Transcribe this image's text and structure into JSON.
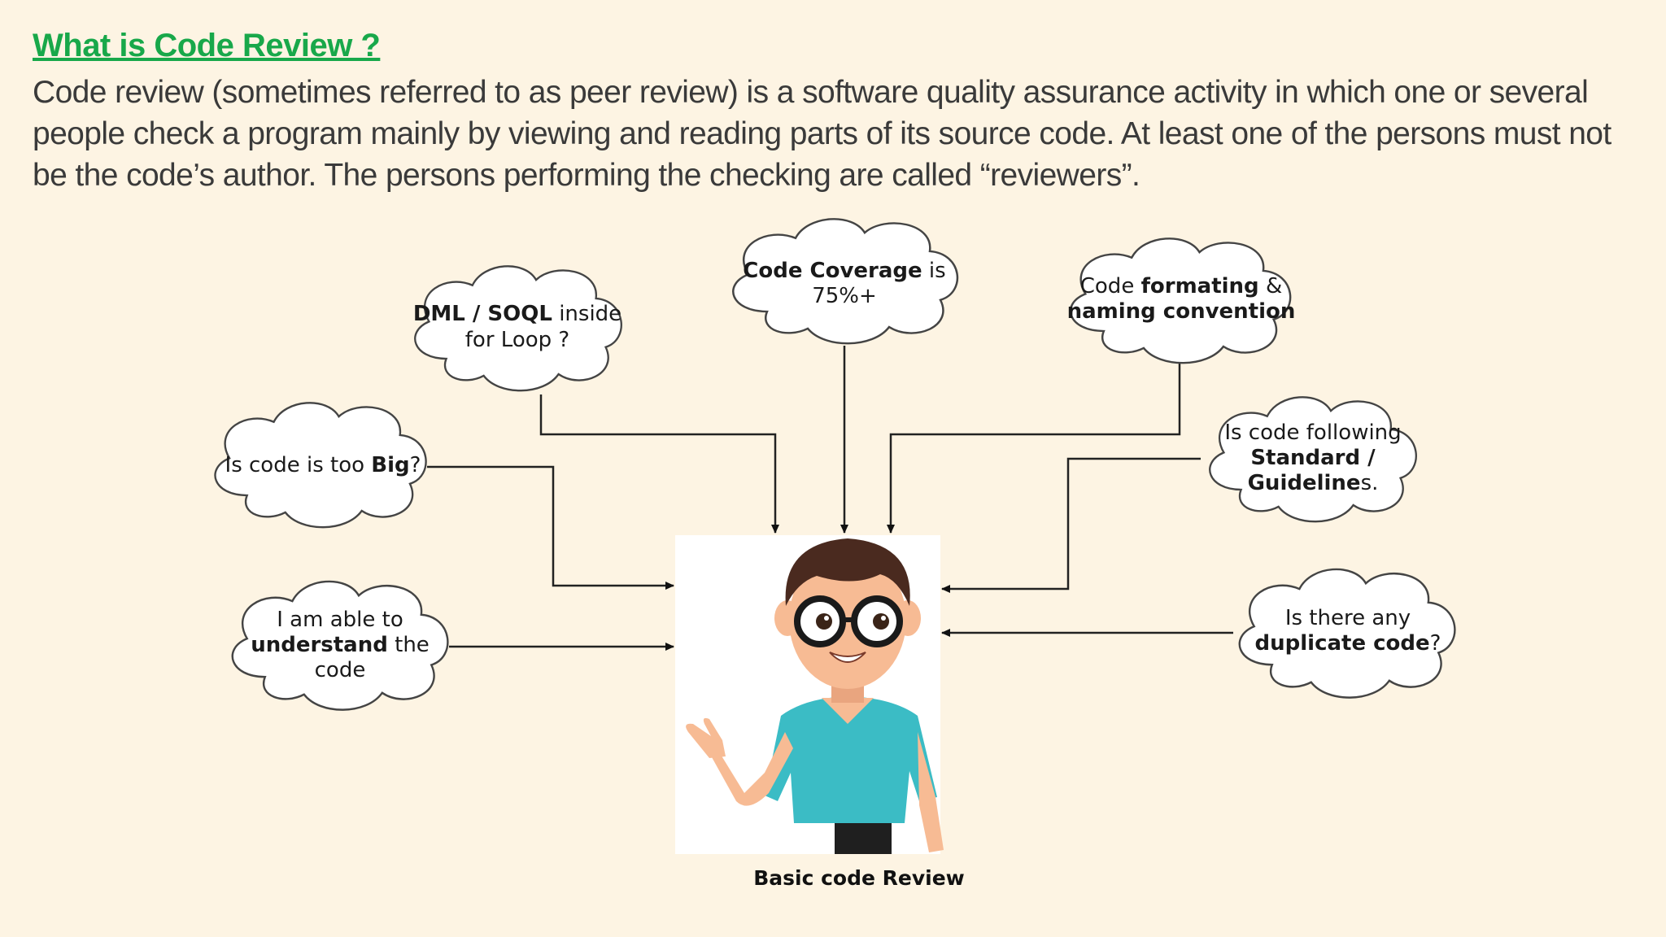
{
  "heading": "What is Code Review ?",
  "description": "Code review (sometimes referred to as peer review) is a software quality assurance activity in which one or several people check a program mainly by viewing and reading parts of its source code. At least one of the persons must not be the code’s author. The persons performing the checking are called “reviewers”.",
  "diagram": {
    "caption": "Basic code Review",
    "clouds": {
      "dml": {
        "bold": "DML / SOQL",
        "rest1": " inside",
        "line2": "for Loop ?"
      },
      "coverage": {
        "bold": "Code Coverage",
        "rest1": " is",
        "line2": "75%+"
      },
      "formatting": {
        "pre": "Code ",
        "bold": "formating",
        "rest1": " &",
        "line2": "naming convention"
      },
      "big": {
        "pre": "Is code is too ",
        "bold": "Big",
        "rest1": "?"
      },
      "standard": {
        "line1": "Is code following",
        "line2": "Standard /",
        "line3b": "Guideline",
        "line3r": "s."
      },
      "understand": {
        "line1": "I am able to",
        "bold": "understand",
        "rest2": " the",
        "line3": "code"
      },
      "duplicate": {
        "line1": "Is there any",
        "bold": "duplicate code",
        "rest2": "?"
      }
    },
    "colors": {
      "heading": "#18a84a",
      "shirt": "#3bbcc5",
      "hair": "#4a2a1f",
      "skin": "#f7bb94",
      "background": "#fdf4e3"
    }
  }
}
